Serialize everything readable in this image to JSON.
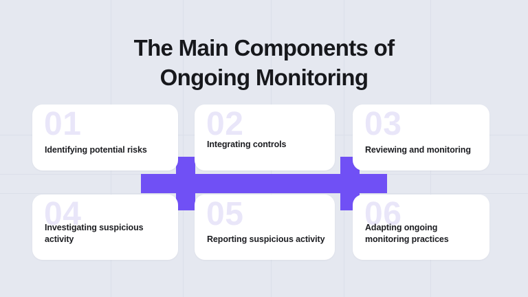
{
  "theme": {
    "background": "#e5e8f0",
    "card_background": "#ffffff",
    "accent": "#7050f5",
    "number_color": "#e9e6f9",
    "text_color": "#1b1c20",
    "grid_line_color": "#dbdfe9"
  },
  "header": {
    "title_line1": "The Main Components of",
    "title_line2": "Ongoing Monitoring"
  },
  "cards": [
    {
      "number": "01",
      "label": "Identifying potential risks"
    },
    {
      "number": "02",
      "label": "Integrating controls"
    },
    {
      "number": "03",
      "label": "Reviewing and monitoring"
    },
    {
      "number": "04",
      "label": "Investigating suspicious activity"
    },
    {
      "number": "05",
      "label": "Reporting suspicious activity"
    },
    {
      "number": "06",
      "label": "Adapting ongoing monitoring practices"
    }
  ],
  "connector": {
    "shape_name": "purple-cross-connector",
    "color": "#7050f5"
  }
}
